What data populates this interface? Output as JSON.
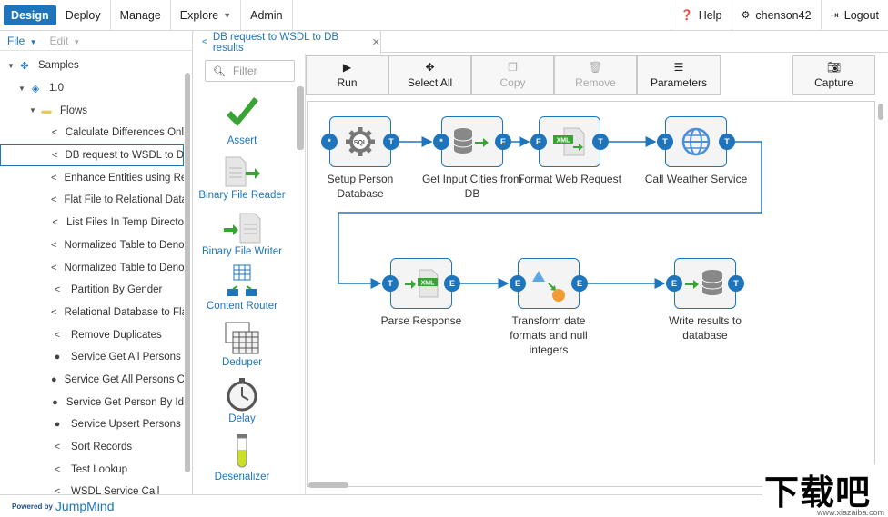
{
  "topnav": {
    "design": "Design",
    "deploy": "Deploy",
    "manage": "Manage",
    "explore": "Explore",
    "admin": "Admin",
    "help": "Help",
    "user": "chenson42",
    "logout": "Logout"
  },
  "menubar": {
    "file": "File",
    "edit": "Edit"
  },
  "tree": {
    "root": "Samples",
    "version": "1.0",
    "folder": "Flows",
    "items": [
      {
        "label": "Calculate Differences Onl",
        "icon": "share-icon"
      },
      {
        "label": "DB request to WSDL to DE",
        "icon": "share-icon"
      },
      {
        "label": "Enhance Entities using Re",
        "icon": "share-icon"
      },
      {
        "label": "Flat File to Relational Data",
        "icon": "share-icon"
      },
      {
        "label": "List Files In Temp Directo",
        "icon": "share-icon"
      },
      {
        "label": "Normalized Table to Deno",
        "icon": "share-icon"
      },
      {
        "label": "Normalized Table to Deno",
        "icon": "share-icon"
      },
      {
        "label": "Partition By Gender",
        "icon": "share-icon"
      },
      {
        "label": "Relational Database to Fla",
        "icon": "share-icon"
      },
      {
        "label": "Remove Duplicates",
        "icon": "share-icon"
      },
      {
        "label": "Service Get All Persons",
        "icon": "globe-icon"
      },
      {
        "label": "Service Get All Persons C",
        "icon": "globe-icon"
      },
      {
        "label": "Service Get Person By Id",
        "icon": "globe-icon"
      },
      {
        "label": "Service Upsert Persons",
        "icon": "globe-icon"
      },
      {
        "label": "Sort Records",
        "icon": "share-icon"
      },
      {
        "label": "Test Lookup",
        "icon": "share-icon"
      },
      {
        "label": "WSDL Service Call",
        "icon": "share-icon"
      }
    ]
  },
  "tab": {
    "title": "DB request to WSDL to DB results"
  },
  "palette": {
    "filter_placeholder": "Filter",
    "items": [
      "Assert",
      "Binary File Reader",
      "Binary File Writer",
      "Content Router",
      "Deduper",
      "Delay",
      "Deserializer"
    ]
  },
  "toolbar": {
    "run": "Run",
    "select_all": "Select All",
    "copy": "Copy",
    "remove": "Remove",
    "parameters": "Parameters",
    "capture": "Capture"
  },
  "flow": {
    "nodes": [
      {
        "label": "Setup Person Database",
        "in": "*",
        "out": "T"
      },
      {
        "label": "Get Input Cities from DB",
        "in": "*",
        "out": "E"
      },
      {
        "label": "Format Web Request",
        "in": "E",
        "out": "T"
      },
      {
        "label": "Call Weather Service",
        "in": "T",
        "out": "T"
      },
      {
        "label": "Parse Response",
        "in": "T",
        "out": "E"
      },
      {
        "label": "Transform date formats and null integers",
        "in": "E",
        "out": "E"
      },
      {
        "label": "Write results to database",
        "in": "E",
        "out": "T"
      }
    ]
  },
  "footer": {
    "powered": "Powered by",
    "brand": "JumpMind"
  },
  "watermark": {
    "big": "下载吧",
    "small": "www.xiazaiba.com"
  },
  "colors": {
    "accent": "#1f75bb",
    "check": "#3aa335"
  }
}
